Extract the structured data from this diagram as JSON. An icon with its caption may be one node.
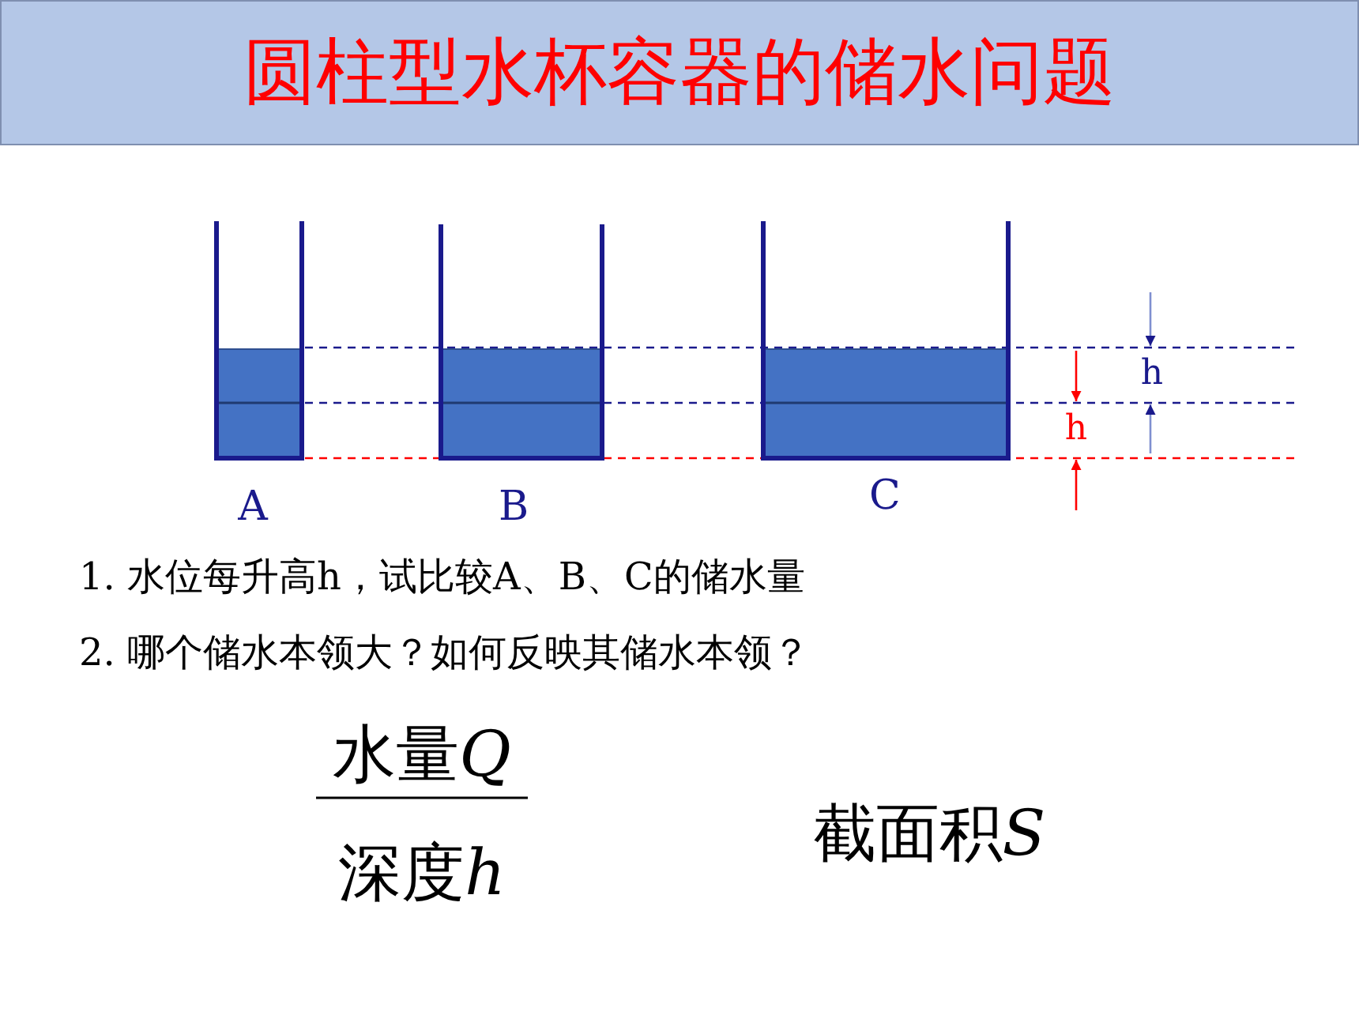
{
  "diagram": {
    "title": "圆柱型水杯容器的储水问题",
    "labels": [
      "A",
      "B",
      "C",
      "h",
      "h",
      "1. 水位每升高h，试比较A、B、C的储水量",
      "2. 哪个储水本领大？如何反映其储水本领？",
      "水量Q",
      "深度h",
      "截面积S"
    ]
  }
}
